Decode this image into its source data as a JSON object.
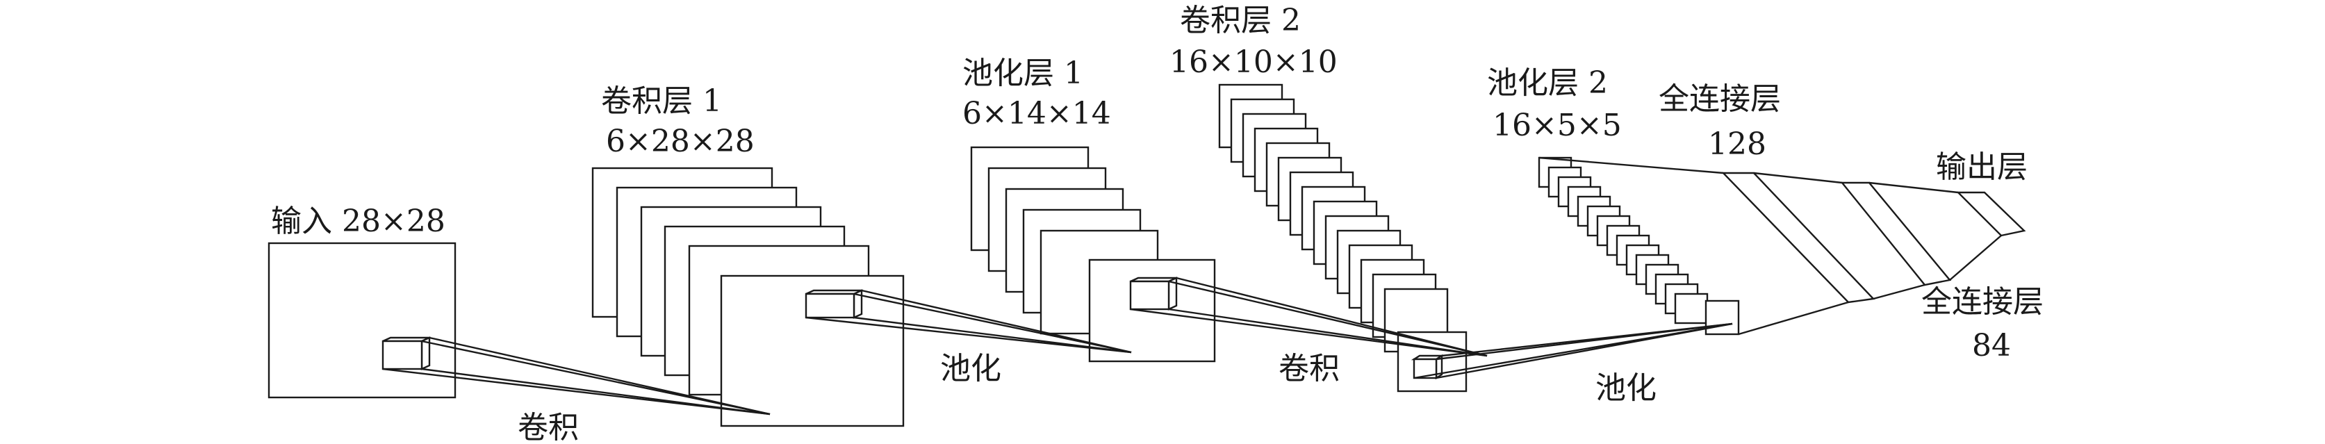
{
  "labels": {
    "input": "输入 28×28",
    "conv1_title": "卷积层 1",
    "conv1_dims": "6×28×28",
    "pool1_title": "池化层 1",
    "pool1_dims": "6×14×14",
    "conv2_title": "卷积层 2",
    "conv2_dims": "16×10×10",
    "pool2_title": "池化层 2",
    "pool2_dims": "16×5×5",
    "fc1_title": "全连接层",
    "fc1_size": "128",
    "fc2_title": "全连接层",
    "fc2_size": "84",
    "output_title": "输出层",
    "op_conv_a": "卷积",
    "op_pool_a": "池化",
    "op_conv_b": "卷积",
    "op_pool_b": "池化"
  }
}
